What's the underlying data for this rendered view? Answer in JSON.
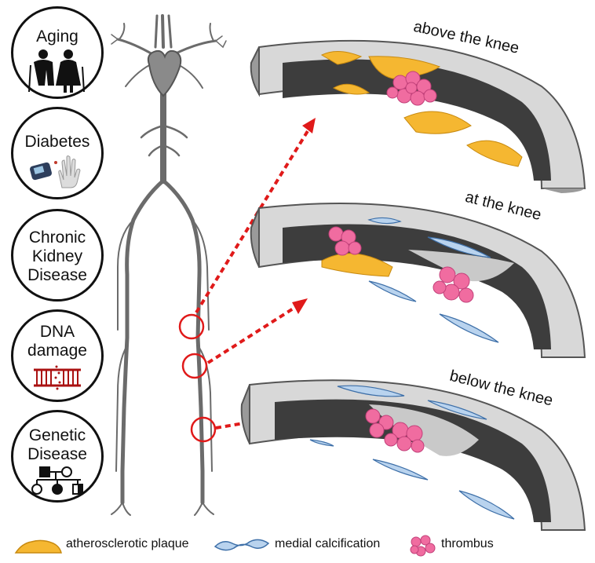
{
  "risk_factors": [
    {
      "label": "Aging",
      "icon": "elderly-couple-icon"
    },
    {
      "label": "Diabetes",
      "icon": "glucometer-hand-icon"
    },
    {
      "label": "Chronic Kidney Disease",
      "lines": [
        "Chronic",
        "Kidney",
        "Disease"
      ],
      "icon": "none"
    },
    {
      "label": "DNA damage",
      "lines": [
        "DNA",
        "damage"
      ],
      "icon": "damaged-dna-icon"
    },
    {
      "label": "Genetic Disease",
      "lines": [
        "Genetic",
        "Disease"
      ],
      "icon": "pedigree-icon"
    }
  ],
  "panels": [
    {
      "title": "above the knee",
      "lesions": [
        "atherosclerotic plaque",
        "thrombus"
      ]
    },
    {
      "title": "at the knee",
      "lesions": [
        "atherosclerotic plaque",
        "medial calcification",
        "thrombus"
      ]
    },
    {
      "title": "below the knee",
      "lesions": [
        "medial calcification",
        "thrombus"
      ]
    }
  ],
  "legend": [
    {
      "label": "atherosclerotic plaque",
      "icon": "plaque-icon"
    },
    {
      "label": "medial calcification",
      "icon": "calcification-icon"
    },
    {
      "label": "thrombus",
      "icon": "thrombus-icon"
    }
  ],
  "colors": {
    "artery_tree": "#6b6b6b",
    "arrow_red": "#e01a1a",
    "plaque": "#f5b731",
    "calcification": "#b9d3ee",
    "thrombus": "#f06ca0",
    "lumen": "#3d3d3d",
    "wall": "#cfcfcf"
  }
}
